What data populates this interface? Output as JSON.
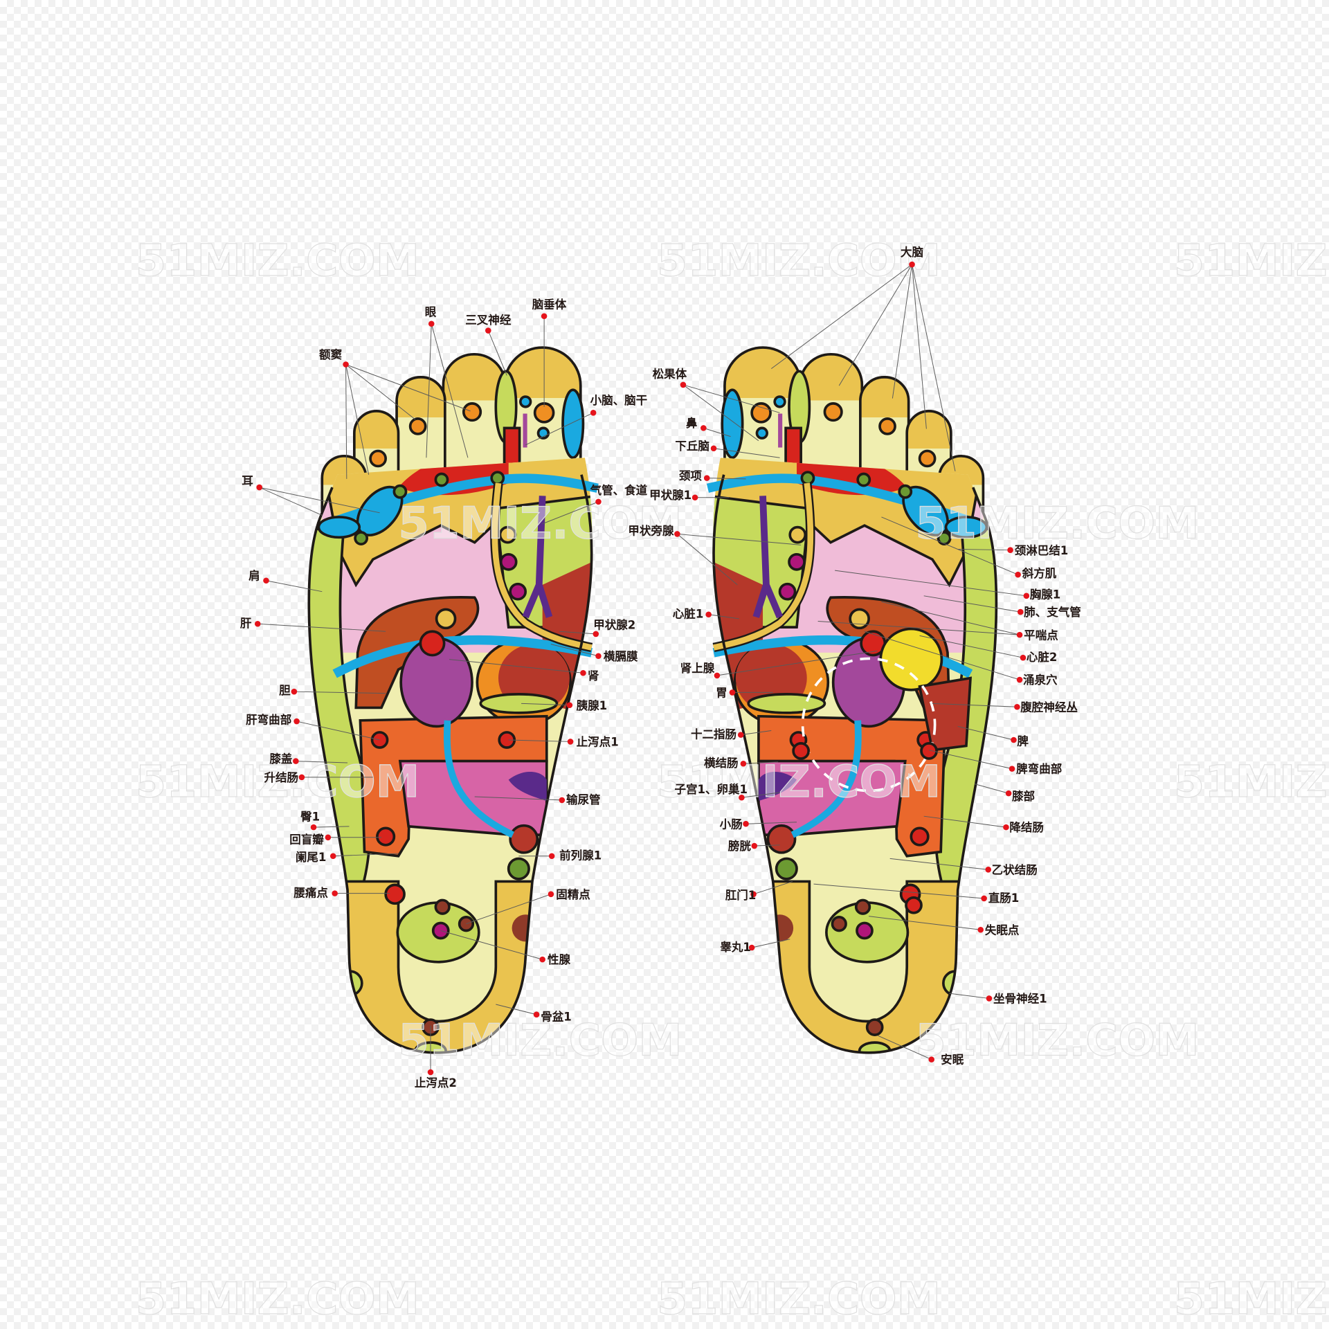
{
  "watermark": "51MIZ.COM",
  "colors": {
    "skin_pale": "#f0eeb0",
    "toe_cap": "#eac34f",
    "green": "#c6da5c",
    "pink": "#f0bcd8",
    "blue": "#1aa9e0",
    "red": "#d7241d",
    "brown": "#b5382a",
    "liver": "#c04e22",
    "orange": "#ea682c",
    "magenta": "#d764a6",
    "purple": "#a3489b",
    "yellow": "#f2dc2c",
    "label_dot": "#e5131b"
  },
  "left_foot": {
    "labels": [
      "额窦",
      "眼",
      "三叉神经",
      "脑垂体",
      "小脑、脑干",
      "耳",
      "气管、食道",
      "肩",
      "肝",
      "甲状腺2",
      "横膈膜",
      "肾",
      "胆",
      "胰腺1",
      "肝弯曲部",
      "止泻点1",
      "膝盖",
      "升结肠",
      "输尿管",
      "臀1",
      "回盲瓣",
      "阑尾1",
      "前列腺1",
      "腰痛点",
      "固精点",
      "性腺",
      "骨盆1",
      "止泻点2"
    ]
  },
  "right_foot": {
    "labels": [
      "大脑",
      "松果体",
      "鼻",
      "下丘脑",
      "颈项",
      "甲状腺1",
      "甲状旁腺",
      "心脏1",
      "肾上腺",
      "胃",
      "十二指肠",
      "横结肠",
      "子宫1、卵巢1",
      "小肠",
      "膀胱",
      "肛门1",
      "睾丸1",
      "颈淋巴结1",
      "斜方肌",
      "胸腺1",
      "肺、支气管",
      "平喘点",
      "心脏2",
      "涌泉穴",
      "腹腔神经丛",
      "脾",
      "脾弯曲部",
      "膝部",
      "降结肠",
      "乙状结肠",
      "直肠1",
      "失眠点",
      "坐骨神经1",
      "安眠"
    ]
  }
}
